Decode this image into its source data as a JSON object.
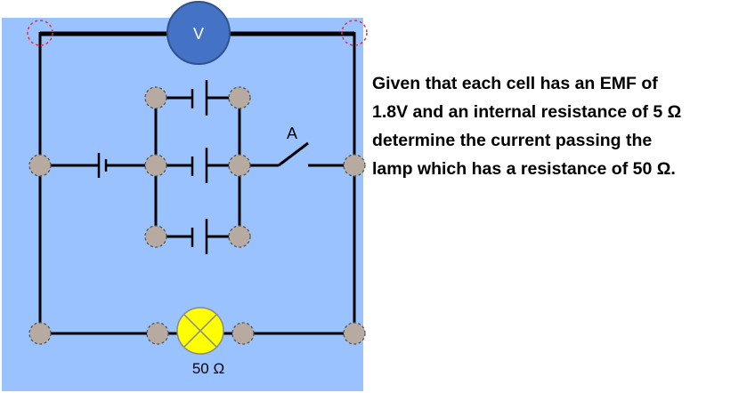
{
  "circuit": {
    "voltmeter_label": "V",
    "switch_label": "A",
    "lamp_label": "50 Ω",
    "colors": {
      "background": "#99c2ff",
      "wire": "#000000",
      "voltmeter_fill": "#4472c4",
      "lamp_fill": "#ffff00",
      "node_fill": "#b7aaa1",
      "node_ring": "#555555",
      "marker_ring": "#e0304a"
    }
  },
  "question": {
    "lines": [
      "Given that each cell has an EMF of",
      "1.8V and an internal resistance of 5 Ω",
      "determine the current passing the",
      "lamp which has a resistance of 50 Ω."
    ]
  }
}
